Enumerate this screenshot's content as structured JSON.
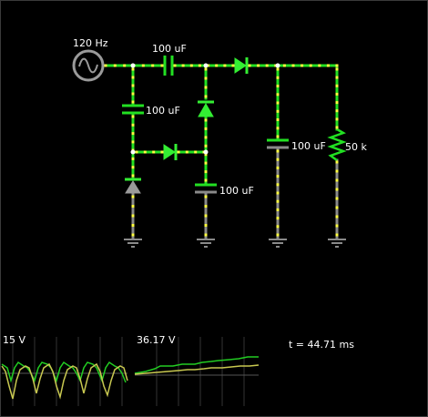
{
  "circuit": {
    "source_label": "120 Hz",
    "cap_top_label": "100 uF",
    "cap_left_label": "100 uF",
    "cap_mid_label": "100 uF",
    "cap_out_label": "100 uF",
    "resistor_label": "50 k"
  },
  "scopes": {
    "scope1_value": "15 V",
    "scope2_value": "36.17 V",
    "time_label": "t = 44.71 ms"
  },
  "colors": {
    "wire_live": "#22e022",
    "wire_dead": "#8a8a8a",
    "current_dot": "#ffff40",
    "diode_fill": "#33ee33",
    "trace_yellow": "#c8c850",
    "trace_green": "#22cc22",
    "background": "#000000"
  }
}
